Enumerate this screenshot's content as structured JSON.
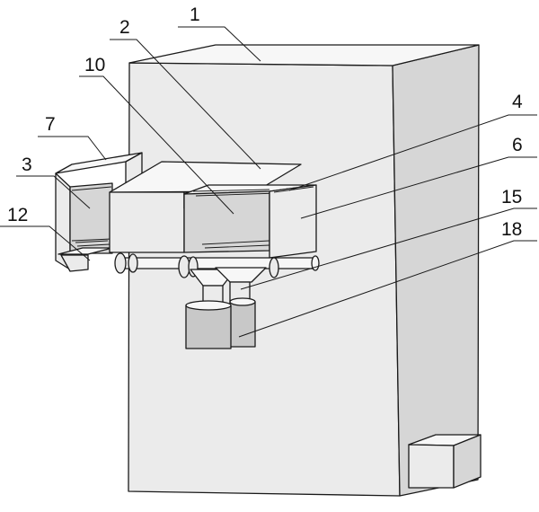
{
  "labels": {
    "l1": "1",
    "l2": "2",
    "l3": "3",
    "l4": "4",
    "l6": "6",
    "l7": "7",
    "l10": "10",
    "l12": "12",
    "l15": "15",
    "l18": "18"
  }
}
